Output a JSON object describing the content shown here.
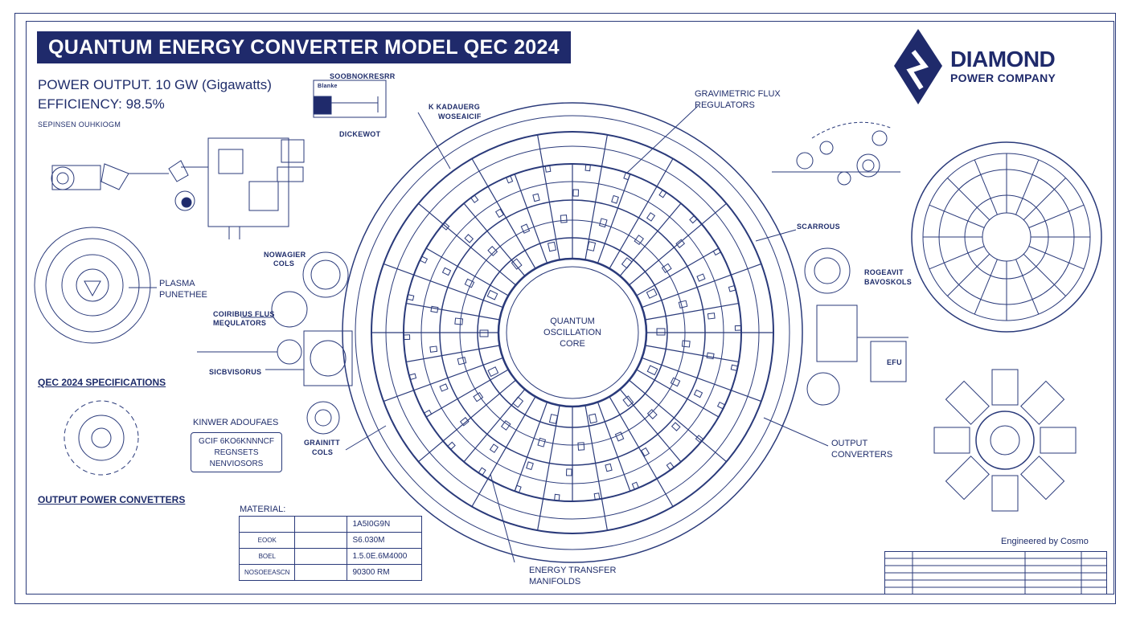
{
  "header": {
    "title": "QUANTUM ENERGY CONVERTER MODEL QEC 2024"
  },
  "specs": {
    "power_output": "POWER OUTPUT. 10 GW (Gigawatts)",
    "efficiency": "EFFICIENCY: 98.5%",
    "sub_note": "SEPINSEN OUHKIOGM"
  },
  "brand": {
    "line1": "DIAMOND",
    "line2": "POWER COMPANY",
    "color": "#1f2a6b"
  },
  "labels": {
    "top_small": "SOOBNOKRESRR",
    "top_small2": "Blanke",
    "dickewot": "DICKEWOT",
    "k_kadauerg": "K KADAUERG",
    "woseaicif": "WOSEAICIF",
    "gravimetric_1": "GRAVIMETRIC FLUX",
    "gravimetric_2": "REGULATORS",
    "core_1": "QUANTUM",
    "core_2": "OSCILLATION",
    "core_3": "CORE",
    "nowagier_1": "NOWAGIER",
    "nowagier_2": "COLS",
    "plasma_1": "PLASMA",
    "plasma_2": "PUNETHEE",
    "coiribius_1": "COIRIBIUS FLUS",
    "coiribius_2": "MEQULATORS",
    "scarrous": "SCARROUS",
    "rogeavit_1": "ROGEAVIT",
    "rogeavit_2": "BAVOSKOLS",
    "qec_specs": "QEC 2024 SPECIFICATIONS",
    "sicbvisorus": "SICBVISORUS",
    "kinwer_1": "KINWER ADOUFAES",
    "kinwer_box_1": "GCIF 6KO6KNNNCF",
    "kinwer_box_2": "REGNSETS",
    "kinwer_box_3": "NENVIOSORS",
    "grainit_1": "GRAINITT",
    "grainit_2": "COLS",
    "output_conv_1": "OUTPUT",
    "output_conv_2": "CONVERTERS",
    "output_power": "OUTPUT POWER CONVETTERS",
    "energy_1": "ENERGY TRANSFER",
    "energy_2": "MANIFOLDS",
    "efu": "EFU",
    "engineered": "Engineered by Cosmo",
    "material": "MATERIAL:"
  },
  "material_table": [
    {
      "a": "",
      "b": "",
      "c": "1A5I0G9N"
    },
    {
      "a": "EOOK",
      "b": "",
      "c": "S6.030M"
    },
    {
      "a": "BOEL",
      "b": "",
      "c": "1.5.0E.6M4000"
    },
    {
      "a": "NOSOEEASCN",
      "b": "",
      "c": "90300 RM"
    }
  ],
  "palette": {
    "ink": "#1f2d6b",
    "paper": "#ffffff",
    "title_bg": "#1f2a6b"
  }
}
